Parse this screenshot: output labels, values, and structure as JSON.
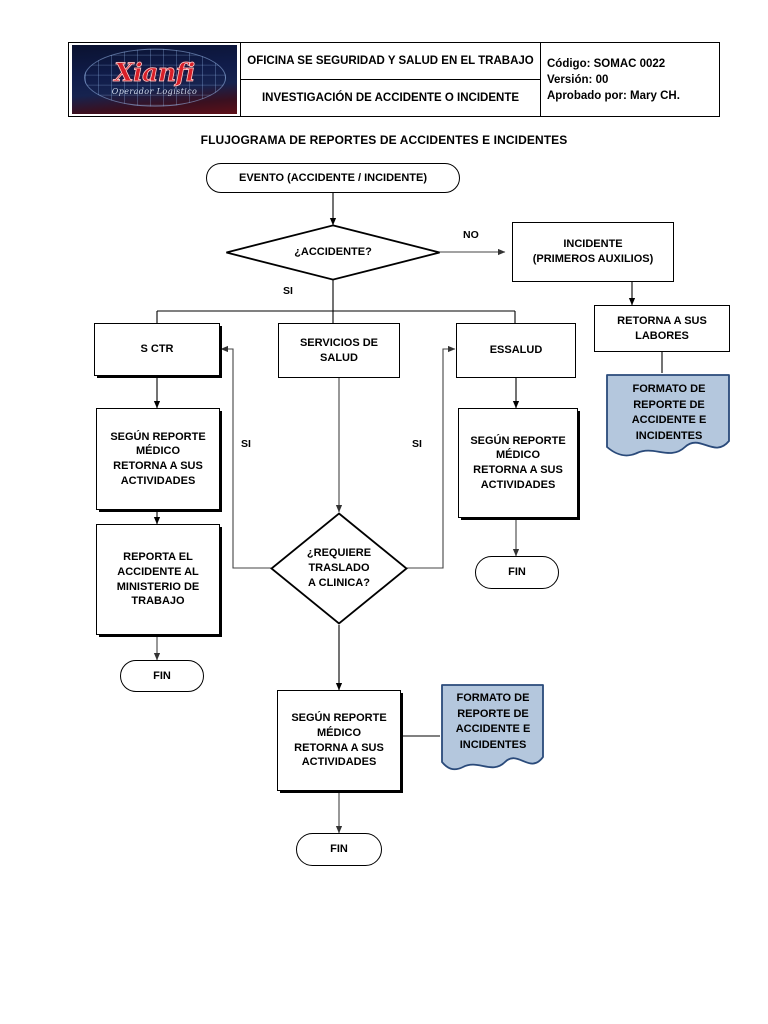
{
  "header": {
    "logo": {
      "word": "Xianfi",
      "tagline": "Operador Logístico"
    },
    "office_title": "OFICINA SE SEGURIDAD Y SALUD EN EL TRABAJO",
    "doc_title": "INVESTIGACIÓN DE ACCIDENTE O INCIDENTE",
    "code": "Código:  SOMAC 0022",
    "version": "Versión: 00",
    "approved_by": "Aprobado por: Mary CH."
  },
  "chart_title": "FLUJOGRAMA DE REPORTES DE ACCIDENTES E INCIDENTES",
  "colors": {
    "document_fill": "#b4c7dd",
    "document_stroke": "#2a4a7a",
    "line": "#000000"
  },
  "nodes": {
    "start": {
      "label": "EVENTO (ACCIDENTE / INCIDENTE)",
      "type": "terminator"
    },
    "decision_accident": {
      "label": "¿ACCIDENTE?",
      "type": "decision"
    },
    "incident": {
      "label": "INCIDENTE\n(PRIMEROS AUXILIOS)",
      "line1": "INCIDENTE",
      "line2": "(PRIMEROS AUXILIOS)",
      "type": "process"
    },
    "return_labors": {
      "line1": "RETORNA A SUS",
      "line2": "LABORES",
      "type": "process"
    },
    "doc_right": {
      "line1": "FORMATO DE",
      "line2": "REPORTE DE",
      "line3": "ACCIDENTE E",
      "line4": "INCIDENTES",
      "type": "document"
    },
    "sctr": {
      "label": "S CTR",
      "type": "process"
    },
    "servicios_salud": {
      "line1": "SERVICIOS DE",
      "line2": "SALUD",
      "type": "process"
    },
    "essalud": {
      "label": "ESSALUD",
      "type": "process"
    },
    "report_left": {
      "line1": "SEGÚN REPORTE",
      "line2": "MÉDICO",
      "line3": "RETORNA A SUS",
      "line4": "ACTIVIDADES",
      "type": "process"
    },
    "report_right": {
      "line1": "SEGÚN REPORTE",
      "line2": "MÉDICO",
      "line3": "RETORNA A SUS",
      "line4": "ACTIVIDADES",
      "type": "process"
    },
    "ministry": {
      "line1": "REPORTA EL",
      "line2": "ACCIDENTE AL",
      "line3": "MINISTERIO DE",
      "line4": "TRABAJO",
      "type": "process"
    },
    "fin_left": {
      "label": "FIN",
      "type": "terminator"
    },
    "fin_right": {
      "label": "FIN",
      "type": "terminator"
    },
    "fin_bottom": {
      "label": "FIN",
      "type": "terminator"
    },
    "decision_clinic": {
      "line1": "¿REQUIERE",
      "line2": "TRASLADO",
      "line3": "A CLINICA?",
      "type": "decision"
    },
    "report_bottom": {
      "line1": "SEGÚN REPORTE",
      "line2": "MÉDICO",
      "line3": "RETORNA A SUS",
      "line4": "ACTIVIDADES",
      "type": "process"
    },
    "doc_bottom": {
      "line1": "FORMATO DE",
      "line2": "REPORTE DE",
      "line3": "ACCIDENTE E",
      "line4": "INCIDENTES",
      "type": "document"
    }
  },
  "edge_labels": {
    "no_branch": "NO",
    "si_branch": "SI",
    "si_left": "SI",
    "si_right": "SI"
  }
}
